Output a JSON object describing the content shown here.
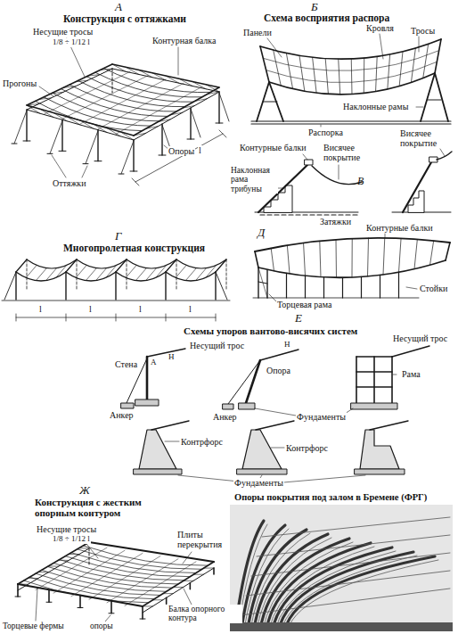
{
  "diagram": {
    "labels": [
      "А",
      "Конструкция с оттяжками",
      "Несущие тросы",
      "1/8 ÷ 1/12 l",
      "Контурная балка",
      "Прогоны",
      "Опоры",
      "Оттяжки",
      "l",
      "Б",
      "Схема восприятия распора",
      "Панели",
      "Кровля",
      "Тросы",
      "Наклонные рамы",
      "Распорка",
      "Контурные балки",
      "Висячее покрытие",
      "Наклонная рама трибуны",
      "Висячее покрытие",
      "В",
      "Затяжки",
      "Г",
      "Многопролетная конструкция",
      "l",
      "l",
      "l",
      "l",
      "Д",
      "Контурные балки",
      "Стойки",
      "Торцевая рама",
      "Е",
      "Схемы упоров вантово-висячих систем",
      "Несущий трос",
      "Стена",
      "Опора",
      "Рама",
      "Несущий трос",
      "Анкер",
      "Анкер",
      "Фундаменты",
      "Контрфорс",
      "Контрфорс",
      "Фундаменты",
      "Ж",
      "Конструкция с жестким опорным контуром",
      "Опоры покрытия под залом в Бремене (ФРГ)",
      "Несущие тросы",
      "1/8 ÷ 1/12 l",
      "Плиты перекрытия",
      "Торцевые фермы",
      "опоры",
      "Балка опорного контура",
      "А",
      "Н",
      "Н"
    ]
  }
}
